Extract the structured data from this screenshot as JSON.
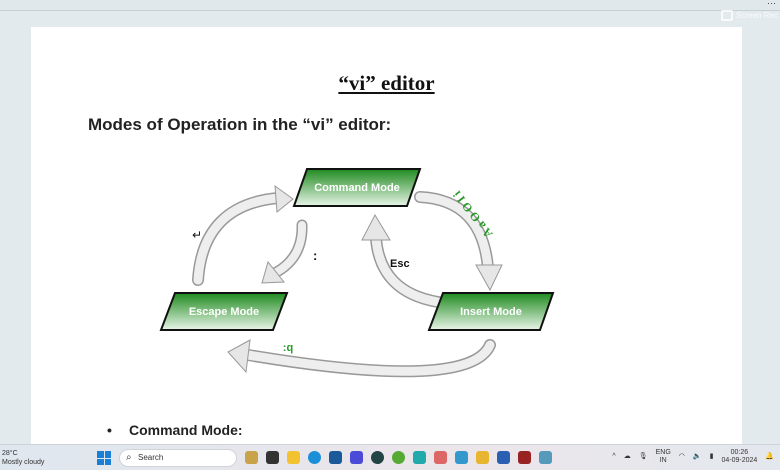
{
  "recorder": {
    "label": "Screen Rec"
  },
  "document": {
    "title": "“vi” editor",
    "heading": "Modes of Operation in the “vi” editor:",
    "diagram": {
      "modes": [
        "Command Mode",
        "Escape Mode",
        "Insert Mode"
      ],
      "labels": {
        "colon": ":",
        "esc": "Esc",
        "quit": ":q",
        "insert_keys": "A a O O I i",
        "enter": "↵"
      },
      "box_color": "#2e9a2e",
      "arrow_color": "#d8d8d8",
      "label_green": "#2a9a2a"
    },
    "bullets": [
      {
        "label": "Command Mode:"
      }
    ]
  },
  "taskbar": {
    "weather": {
      "temp": "28°C",
      "desc": "Mostly cloudy"
    },
    "search_placeholder": "Search",
    "lang": "ENG",
    "region": "IN",
    "time": "00:26",
    "date": "04-09-2024"
  }
}
